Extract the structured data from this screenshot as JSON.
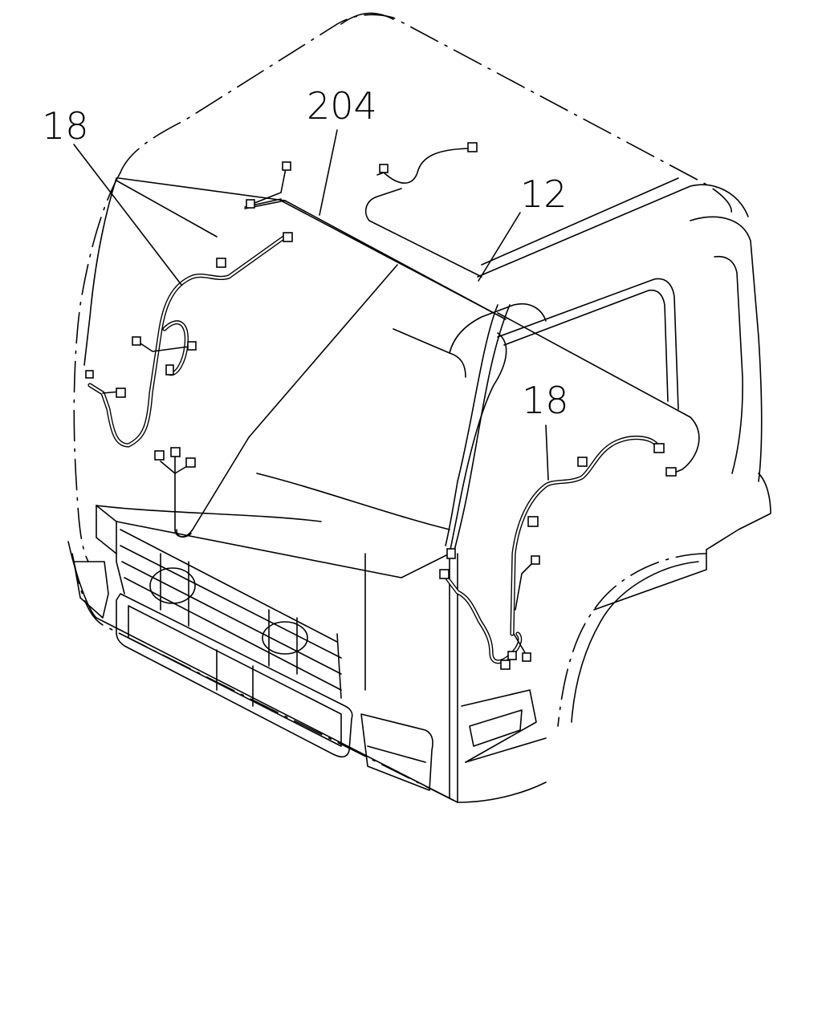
{
  "callouts": [
    {
      "id": "left",
      "text": "18"
    },
    {
      "id": "top",
      "text": "204"
    },
    {
      "id": "right-top",
      "text": "12"
    },
    {
      "id": "right",
      "text": "18"
    }
  ]
}
